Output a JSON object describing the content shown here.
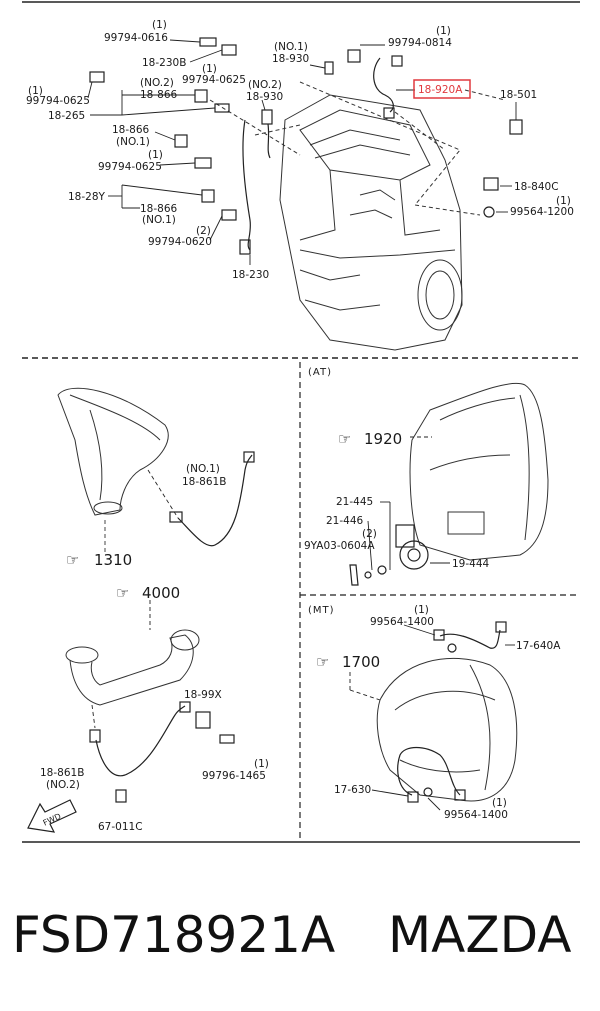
{
  "diagram": {
    "callouts": {
      "c_99794_0616": "99794-0616",
      "c_18_230B": "18-230B",
      "c_99794_0625_a": "99794-0625",
      "c_99794_0625_b": "99794-0625",
      "c_99794_0625_c": "99794-0625",
      "c_18_866_no2": "18-866",
      "c_18_265": "18-265",
      "c_18_866_no1_a": "18-866",
      "c_18_866_no1_b": "18-866",
      "c_18_28Y": "18-28Y",
      "c_99794_0620": "99794-0620",
      "c_18_230": "18-230",
      "c_18_930_a": "18-930",
      "c_18_930_b": "18-930",
      "c_99794_0814": "99794-0814",
      "c_18_920A": "18-920A",
      "c_18_501": "18-501",
      "c_18_840C": "18-840C",
      "c_99564_1200": "99564-1200",
      "c_18_861B_no1": "18-861B",
      "c_18_861B_no2": "18-861B",
      "c_18_99X": "18-99X",
      "c_99796_1465": "99796-1465",
      "c_67_011C": "67-011C",
      "c_21_445": "21-445",
      "c_21_446": "21-446",
      "c_9YA03_0604A": "9YA03-0604A",
      "c_19_444": "19-444",
      "c_99564_1400_a": "99564-1400",
      "c_17_640A": "17-640A",
      "c_17_630": "17-630",
      "c_99564_1400_b": "99564-1400"
    },
    "qty": {
      "one": "(1)",
      "two": "(2)"
    },
    "notes": {
      "no1": "(NO.1)",
      "no2": "(NO.2)"
    },
    "refs": {
      "r1310": "1310",
      "r1920": "1920",
      "r4000": "4000",
      "r1700": "1700"
    },
    "sections": {
      "at": "(AT)",
      "mt": "(MT)"
    },
    "fwd": "FWD",
    "highlight_color": "#e0393e"
  },
  "caption": {
    "part_number": "FSD718921A",
    "brand": "MAZDA"
  }
}
